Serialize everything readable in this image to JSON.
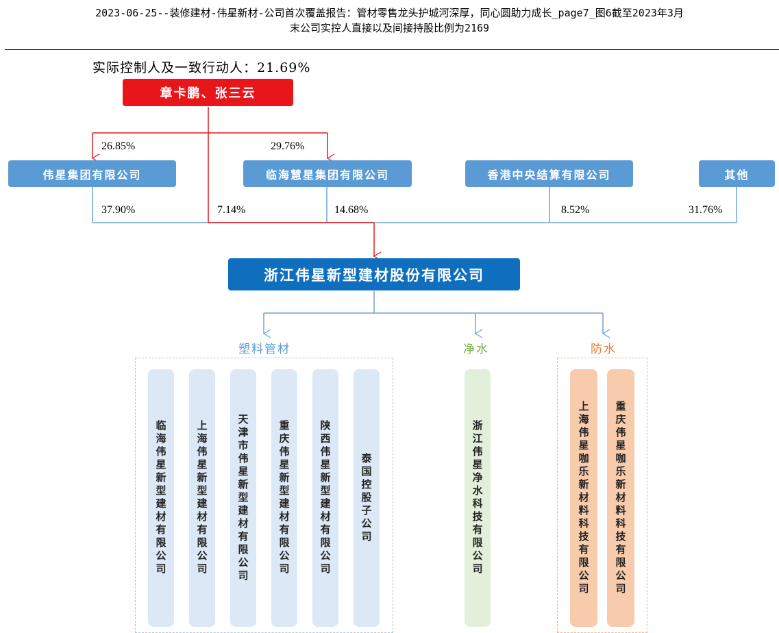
{
  "header": {
    "line1": "2023-06-25--装修建材-伟星新材-公司首次覆盖报告：管材零售龙头护城河深厚，同心圆助力成长_page7_图6截至2023年3月",
    "line2": "末公司实控人直接以及间接持股比例为2169"
  },
  "controller": {
    "title": "实际控制人及一致行动人：21.69%",
    "name": "章卡鹏、张三云"
  },
  "holders": [
    {
      "name": "伟星集团有限公司",
      "from_controller": "26.85%",
      "to_company": "37.90%"
    },
    {
      "name": "临海慧星集团有限公司",
      "from_controller": "29.76%",
      "to_company": "14.68%"
    },
    {
      "name": "香港中央结算有限公司",
      "to_company": "8.52%"
    },
    {
      "name": "其他",
      "to_company": "31.76%"
    }
  ],
  "controller_direct": "7.14%",
  "company": "浙江伟星新型建材股份有限公司",
  "categories": {
    "plastic": {
      "label": "塑料管材",
      "subs": [
        "临海伟星新型建材有限公司",
        "上海伟星新型建材有限公司",
        "天津市伟星新型建材有限公司",
        "重庆伟星新型建材有限公司",
        "陕西伟星新型建材有限公司",
        "泰国控股子公司"
      ]
    },
    "water": {
      "label": "净水",
      "subs": [
        "浙江伟星净水科技有限公司"
      ]
    },
    "waterproof": {
      "label": "防水",
      "subs": [
        "上海伟星咖乐新材料科技有限公司",
        "重庆伟星咖乐新材料科技有限公司"
      ]
    }
  },
  "colors": {
    "red": "#e8161a",
    "blue": "#5b9bd5",
    "navy": "#0f6fbe",
    "line_blue": "#6fa3d6",
    "plastic_text": "#5b9bd5",
    "water_text": "#70ad47",
    "waterproof_text": "#ed7d31",
    "plastic_fill": "#dce8f5",
    "water_fill": "#e2efda",
    "waterproof_fill": "#f8cbad"
  }
}
